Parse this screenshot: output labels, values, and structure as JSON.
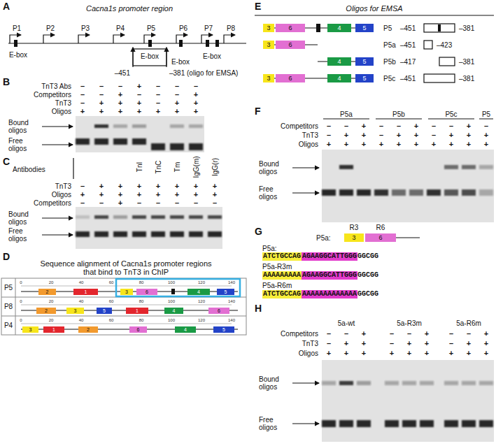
{
  "diagram": {
    "nodes": [
      {
        "text": [
          "2"
        ]
      },
      {
        "text": [
          "1"
        ]
      },
      {
        "text": [
          "3"
        ]
      },
      {
        "text": [
          "6"
        ]
      },
      {
        "text": [
          "4"
        ]
      },
      {
        "text": [
          "5"
        ]
      },
      {
        "text": [
          "2"
        ]
      },
      {
        "text": [
          "3"
        ]
      },
      {
        "text": [
          "5"
        ]
      },
      {
        "text": [
          "1"
        ]
      },
      {
        "text": [
          "4"
        ]
      },
      {
        "text": [
          "6"
        ]
      },
      {
        "text": [
          "3"
        ]
      },
      {
        "text": [
          "1"
        ]
      },
      {
        "text": [
          "2"
        ]
      },
      {
        "text": [
          "6"
        ]
      },
      {
        "text": [
          "4"
        ]
      },
      {
        "text": [
          "5"
        ]
      },
      {
        "text": [
          "3"
        ]
      },
      {
        "text": [
          "6"
        ]
      },
      {
        "text": [
          "4"
        ]
      },
      {
        "text": [
          "5"
        ]
      },
      {
        "text": [
          "3"
        ]
      },
      {
        "text": [
          "6"
        ]
      },
      {
        "text": [
          "4"
        ]
      },
      {
        "text": [
          "5"
        ]
      },
      {
        "text": [
          "3"
        ]
      },
      {
        "text": [
          "6"
        ]
      },
      {
        "text": [
          "4"
        ]
      },
      {
        "text": [
          "5"
        ]
      },
      {
        "text": [
          "3"
        ]
      },
      {
        "text": [
          "6"
        ]
      },
      {
        "text": [
          "ATCTGCCAG"
        ]
      },
      {
        "text": [
          "AGAAGGCATTGGG"
        ]
      },
      {
        "text": [
          "AAAAAAAAA"
        ]
      },
      {
        "text": [
          "AGAAGGCATTGGG"
        ]
      },
      {
        "text": [
          "ATCTGCCAG"
        ]
      },
      {
        "text": [
          "AAAAAAAAAAAAA"
        ]
      }
    ],
    "labels": [
      "A",
      "Cacna1s promoter region",
      "P1",
      "P2",
      "P3",
      "P4",
      "P5",
      "P6",
      "P7",
      "P8",
      "E-box",
      "E-box",
      "E-box",
      "E-box",
      "–451",
      "–381 (oligo for EMSA)",
      "B",
      "TnT3 Abs",
      "Competitors",
      "TnT3",
      "Oligos",
      "–",
      "–",
      "–",
      "+",
      "–",
      "–",
      "–",
      "–",
      "–",
      "+",
      "–",
      "–",
      "–",
      "+",
      "–",
      "+",
      "+",
      "+",
      "–",
      "+",
      "+",
      "+",
      "+",
      "+",
      "+",
      "+",
      "+",
      "+",
      "Bound oligos",
      "Free oligos",
      "C",
      "Antibodies",
      "TnI",
      "TnC",
      "Tm",
      "IgG(m)",
      "IgG(r)",
      "TnT3",
      "Oligos",
      "Competitors",
      "–",
      "+",
      "+",
      "+",
      "+",
      "+",
      "+",
      "+",
      "+",
      "+",
      "+",
      "+",
      "+",
      "+",
      "+",
      "+",
      "–",
      "–",
      "+",
      "–",
      "–",
      "–",
      "–",
      "–",
      "Bound oligos",
      "Free oligos",
      "D",
      "Sequence alignment of Cacna1s promoter regions that bind to TnT3 in ChIP",
      "P5",
      "P8",
      "P4",
      "0",
      "20",
      "40",
      "60",
      "80",
      "100",
      "120",
      "140",
      "0",
      "20",
      "40",
      "60",
      "80",
      "100",
      "120",
      "140",
      "0",
      "20",
      "40",
      "60",
      "80",
      "100",
      "120",
      "140",
      "E",
      "Oligos for EMSA",
      "P5",
      "–451",
      "–381",
      "P5a",
      "–451",
      "–423",
      "P5b",
      "–417",
      "–381",
      "P5c",
      "–451",
      "–381",
      "F",
      "P5a",
      "P5b",
      "P5c",
      "P5",
      "Competitors",
      "TnT3",
      "Oligos",
      "–",
      "–",
      "+",
      "–",
      "–",
      "+",
      "–",
      "–",
      "+",
      "–",
      "–",
      "+",
      "+",
      "–",
      "+",
      "+",
      "–",
      "+",
      "+",
      "+",
      "+",
      "+",
      "+",
      "+",
      "+",
      "+",
      "+",
      "+",
      "+",
      "+",
      "Bound oligos",
      "Free oligos",
      "G",
      "P5a:",
      "R3",
      "R6",
      "P5a:",
      "GGCGG",
      "P5a-R3m",
      "GGCGG",
      "P5a-R6m",
      "GGCGG",
      "H",
      "5a-wt",
      "5a-R3m",
      "5a-R6m",
      "Competitors",
      "TnT3",
      "Oligos",
      "–",
      "–",
      "+",
      "–",
      "–",
      "+",
      "–",
      "–",
      "+",
      "–",
      "+",
      "+",
      "–",
      "+",
      "+",
      "–",
      "+",
      "+",
      "+",
      "+",
      "+",
      "+",
      "+",
      "+",
      "+",
      "+",
      "+",
      "Bound oligos",
      "Free oligos"
    ]
  }
}
